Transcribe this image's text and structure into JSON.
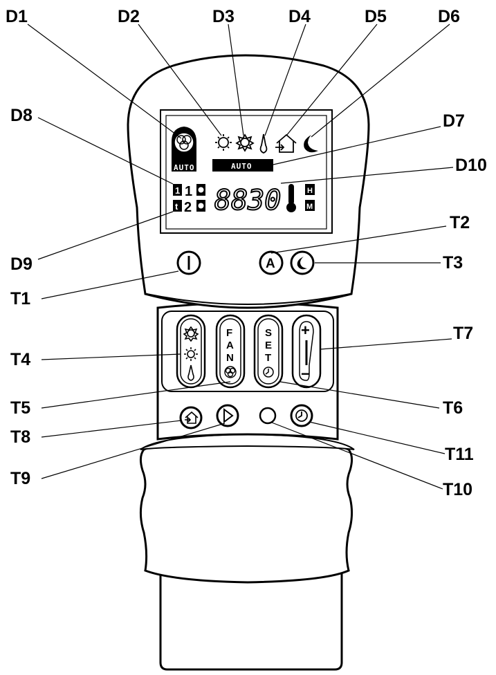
{
  "labels": {
    "d1": "D1",
    "d2": "D2",
    "d3": "D3",
    "d4": "D4",
    "d5": "D5",
    "d6": "D6",
    "d7": "D7",
    "d8": "D8",
    "d9": "D9",
    "d10": "D10",
    "t1": "T1",
    "t2": "T2",
    "t3": "T3",
    "t4": "T4",
    "t5": "T5",
    "t6": "T6",
    "t7": "T7",
    "t8": "T8",
    "t9": "T9",
    "t10": "T10",
    "t11": "T11"
  },
  "display": {
    "auto_left": "AUTO",
    "auto_bar": "AUTO",
    "digits": "8830",
    "row1_num": "1",
    "row2_num": "2",
    "row1_box": "1",
    "row2_box": "t",
    "h": "H",
    "m": "M"
  },
  "buttons": {
    "a_letter": "A",
    "fan_f": "F",
    "fan_a": "A",
    "fan_n": "N",
    "set_s": "S",
    "set_e": "E",
    "set_t": "T",
    "plus": "+",
    "minus": "−"
  }
}
